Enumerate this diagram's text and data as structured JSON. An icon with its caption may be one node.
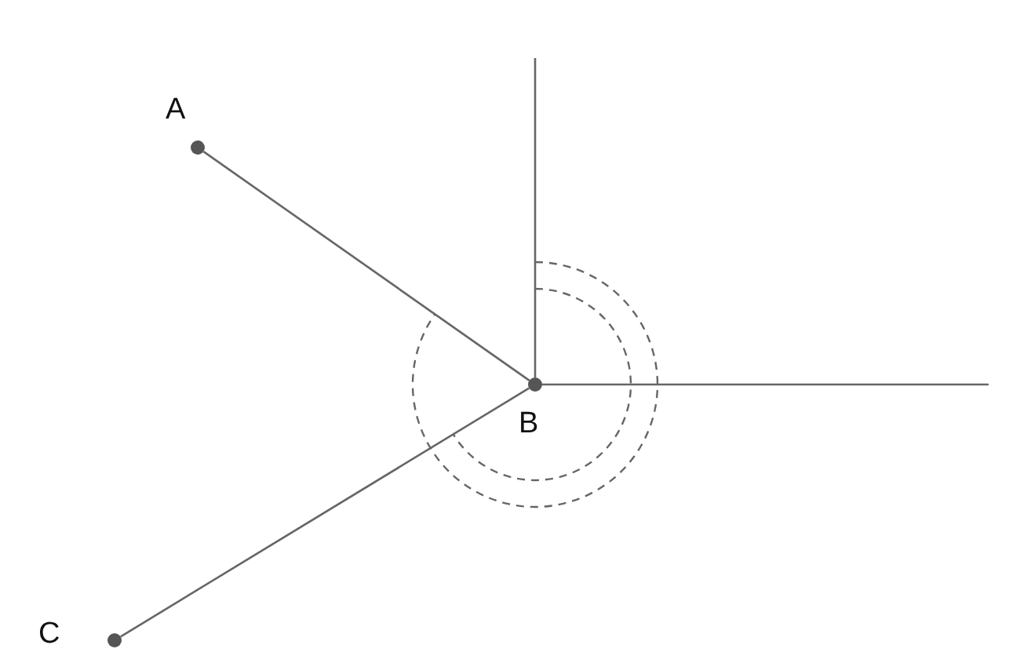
{
  "diagram": {
    "nodes": [
      {
        "text": [
          "A"
        ]
      },
      {
        "text": [
          "B"
        ]
      },
      {
        "text": [
          "C"
        ]
      }
    ],
    "edges": [
      {
        "from": 0,
        "to": 1,
        "arrow": "none"
      },
      {
        "from": 2,
        "to": 1,
        "arrow": "none"
      },
      {
        "from": 1,
        "to": null,
        "arrow": "none"
      },
      {
        "from": 1,
        "to": null,
        "arrow": "none"
      }
    ]
  }
}
